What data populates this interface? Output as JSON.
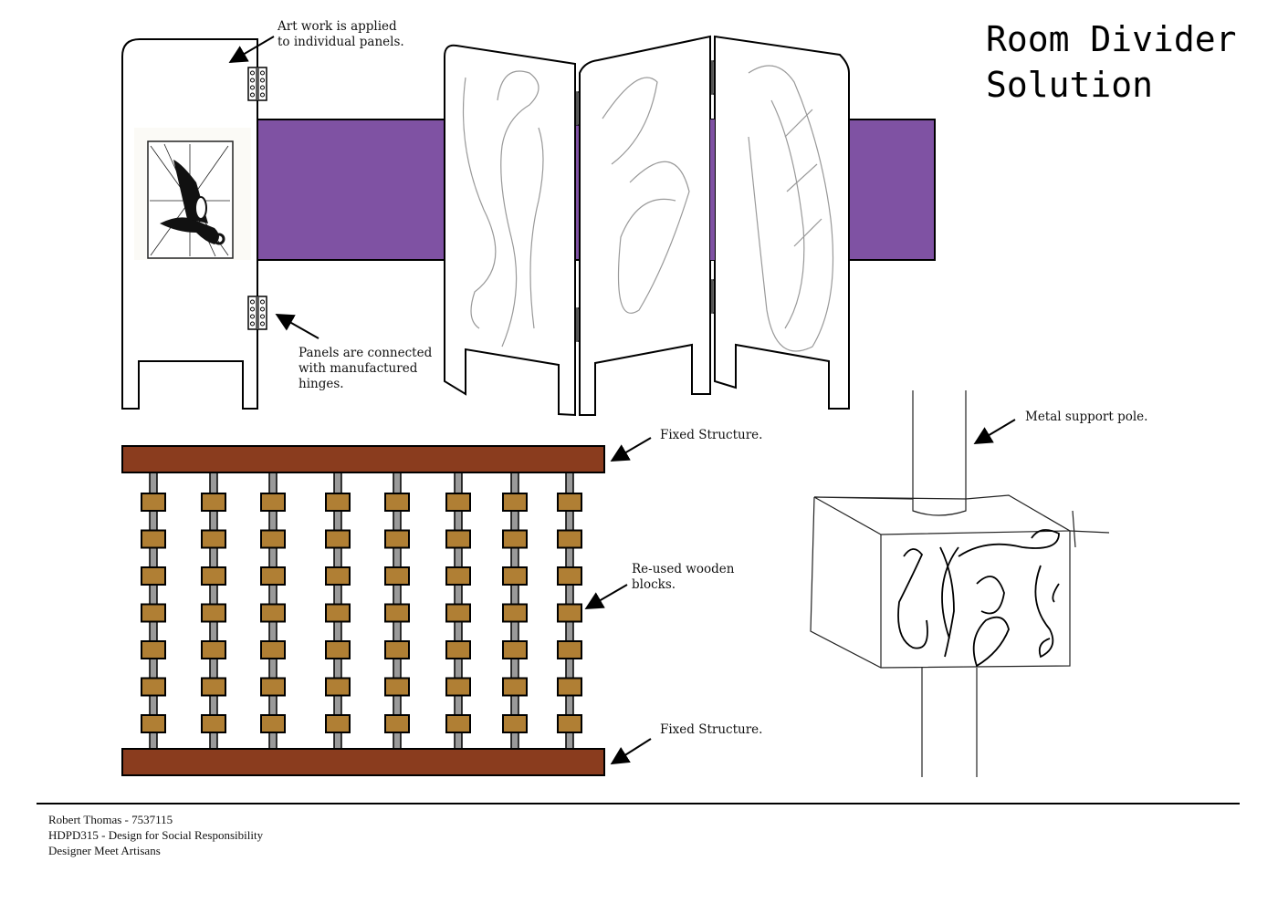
{
  "title": {
    "line1": "Room Divider",
    "line2": "Solution"
  },
  "annotations": {
    "artwork": [
      "Art work is applied",
      "to individual panels."
    ],
    "hinges": [
      "Panels are connected",
      "with manufactured",
      "hinges."
    ],
    "fixed_top": "Fixed Structure.",
    "blocks": [
      "Re-used wooden",
      "blocks."
    ],
    "fixed_bottom": "Fixed Structure.",
    "pole": "Metal support pole."
  },
  "footer": {
    "line1": "Robert Thomas - 7537115",
    "line2": "HDPD315 - Design for Social Responsibility",
    "line3": "Designer Meet Artisans"
  },
  "colors": {
    "purple_band": "#7f52a3",
    "wood_bar": "#8a3c1e",
    "block": "#b07f34",
    "block_edge": "#e8a84a",
    "rod": "#9a9a9a"
  },
  "abacus": {
    "rods": 8,
    "blocks_per_rod": 7
  }
}
